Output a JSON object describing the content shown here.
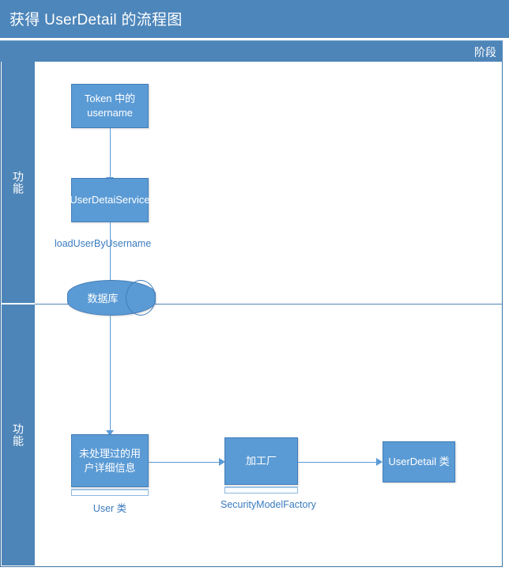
{
  "header": {
    "title": "获得 UserDetail 的流程图",
    "phase_label": "阶段"
  },
  "lanes": [
    {
      "label": "功能"
    },
    {
      "label": "功能"
    }
  ],
  "nodes": {
    "token_username": {
      "label": "Token 中的 username"
    },
    "user_detail_service": {
      "label": "UserDetaiService"
    },
    "database": {
      "label": "数据库"
    },
    "raw_user_info": {
      "label": "未处理过的用户详细信息"
    },
    "factory": {
      "label": "加工厂"
    },
    "user_detail_class": {
      "label": "UserDetail 类"
    }
  },
  "labels": {
    "load_user_by_username": "loadUserByUsername",
    "user_class": "User 类",
    "security_model_factory": "SecurityModelFactory"
  },
  "colors": {
    "header_blue": "#4D86BA",
    "band_blue": "#4E85B8",
    "node_fill": "#5B9BD5",
    "node_stroke": "#417CB8",
    "connector": "#5B9BD5",
    "label_text": "#3A7BBF",
    "frame_border": "#3E72A0",
    "canvas": "#ffffff"
  }
}
